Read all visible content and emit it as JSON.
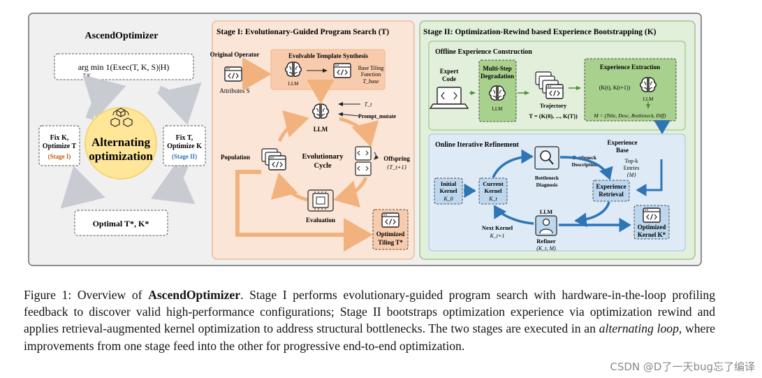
{
  "overview": {
    "title": "AscendOptimizer",
    "objective": "arg min 1(Exec(T, K, S)|H)",
    "objective_sub": "T,K",
    "center_label_1": "Alternating",
    "center_label_2": "optimization",
    "left_box": {
      "line1": "Fix K,",
      "line2": "Optimize T",
      "tag": "(Stage I)"
    },
    "right_box": {
      "line1": "Fix T,",
      "line2": "Optimize K",
      "tag": "(Stage II)"
    },
    "bottom_box": "Optimal T*, K*"
  },
  "stage1": {
    "title": "Stage I: Evolutionary-Guided Program Search (T)",
    "original_operator": "Original Operator",
    "attributes": "Attributes S",
    "template_title": "Evolvable Template Synthesis",
    "llm": "LLM",
    "base_tiling": "Base Tiling Function",
    "t_base": "T_base",
    "t_t": "T_t",
    "prompt": "Prompt_mutate",
    "population": "Population",
    "cycle_1": "Evolutionary",
    "cycle_2": "Cycle",
    "offspring": "Offspring",
    "offspring_set": "{T_t+1}",
    "evaluation": "Evaluation",
    "optimized_tiling_1": "Optimized",
    "optimized_tiling_2": "Tiling T*"
  },
  "stage2": {
    "title": "Stage II: Optimization-Rewind based Experience Bootstrapping (K)",
    "offline_title": "Offline Experience Construction",
    "expert_code_1": "Expert",
    "expert_code_2": "Code",
    "degradation_1": "Multi-Step",
    "degradation_2": "Degradation",
    "llm": "LLM",
    "trajectory": "Trajectory",
    "trajectory_formula": "T = (K(0), ..., K(T))",
    "extraction_title": "Experience Extraction",
    "extraction_pair": "(K(t), K(t+1))",
    "m_formula": "M = (Title, Desc, Bottleneck, Diff)",
    "experience_base_1": "Experience",
    "experience_base_2": "Base",
    "online_title": "Online Iterative Refinement",
    "bottleneck_desc_1": "Bottleneck",
    "bottleneck_desc_2": "Description",
    "bottleneck_diag_1": "Bottleneck",
    "bottleneck_diag_2": "Diagnosis",
    "topk_1": "Top-k",
    "topk_2": "Entries",
    "topk_3": "{M}",
    "initial_kernel_1": "Initial",
    "initial_kernel_2": "Kernel",
    "initial_kernel_3": "K_0",
    "current_kernel_1": "Current",
    "current_kernel_2": "Kernel",
    "current_kernel_3": "K_t",
    "retrieval_1": "Experience",
    "retrieval_2": "Retrieval",
    "refiner_llm": "LLM",
    "refiner": "Refiner",
    "refiner_args": "(K_t, M)",
    "next_kernel_1": "Next Kernel",
    "next_kernel_2": "K_t+1",
    "optimized_kernel_1": "Optimized",
    "optimized_kernel_2": "Kernel K*"
  },
  "caption": {
    "prefix": "Figure 1: Overview of",
    "bold": "AscendOptimizer",
    "middle": ". Stage I performs evolutionary-guided program search with hardware-in-the-loop profiling feedback to discover valid high-performance configurations; Stage II bootstraps optimization experience via optimization rewind and applies retrieval-augmented kernel optimization to address structural bottlenecks. The two stages are executed in an",
    "italic": "alternating loop",
    "suffix": ", where improvements from one stage feed into the other for progressive end-to-end optimization."
  },
  "watermark": "CSDN @D了一天bug忘了编译",
  "colors": {
    "overview_bg": "#f0f0f0",
    "stage1_bg": "#fbe5d6",
    "stage1_border": "#eeb38c",
    "stage2_bg": "#e2efda",
    "stage2_border": "#8fbf7a",
    "online_bg": "#deebf7",
    "blue_arrow": "#2e75b6",
    "orange_arrow": "#f2b27e",
    "center_yellow": "#ffe699",
    "stage1_tag": "#c55a11",
    "stage2_tag": "#2e75b6"
  }
}
